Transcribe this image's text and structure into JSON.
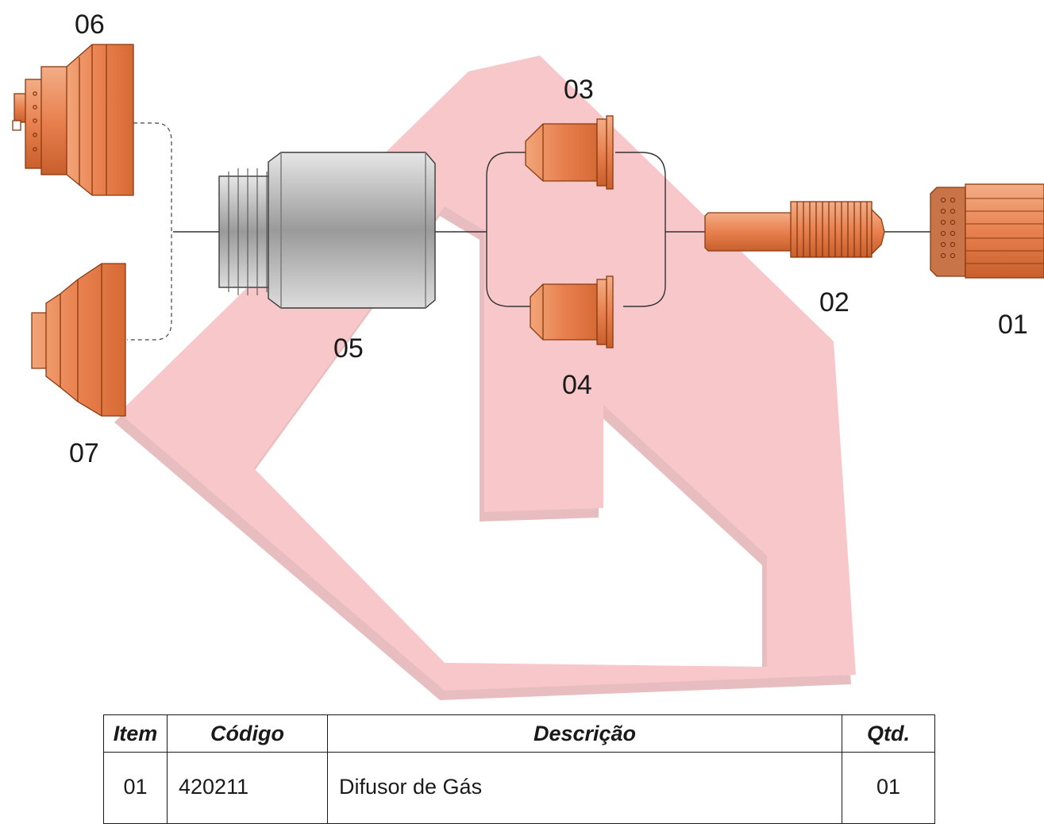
{
  "labels": {
    "part_01": "01",
    "part_02": "02",
    "part_03": "03",
    "part_04": "04",
    "part_05": "05",
    "part_06": "06",
    "part_07": "07"
  },
  "table": {
    "headers": {
      "item": "Item",
      "code": "Código",
      "description": "Descrição",
      "qty": "Qtd."
    },
    "rows": [
      {
        "item": "01",
        "code": "420211",
        "description": "Difusor de Gás",
        "qty": "01"
      }
    ]
  },
  "colors": {
    "part_copper": "#e8814f",
    "part_stroke": "#8a3a10",
    "sleeve_gray": "#a8a8a8",
    "watermark": "#f4a5aa"
  }
}
